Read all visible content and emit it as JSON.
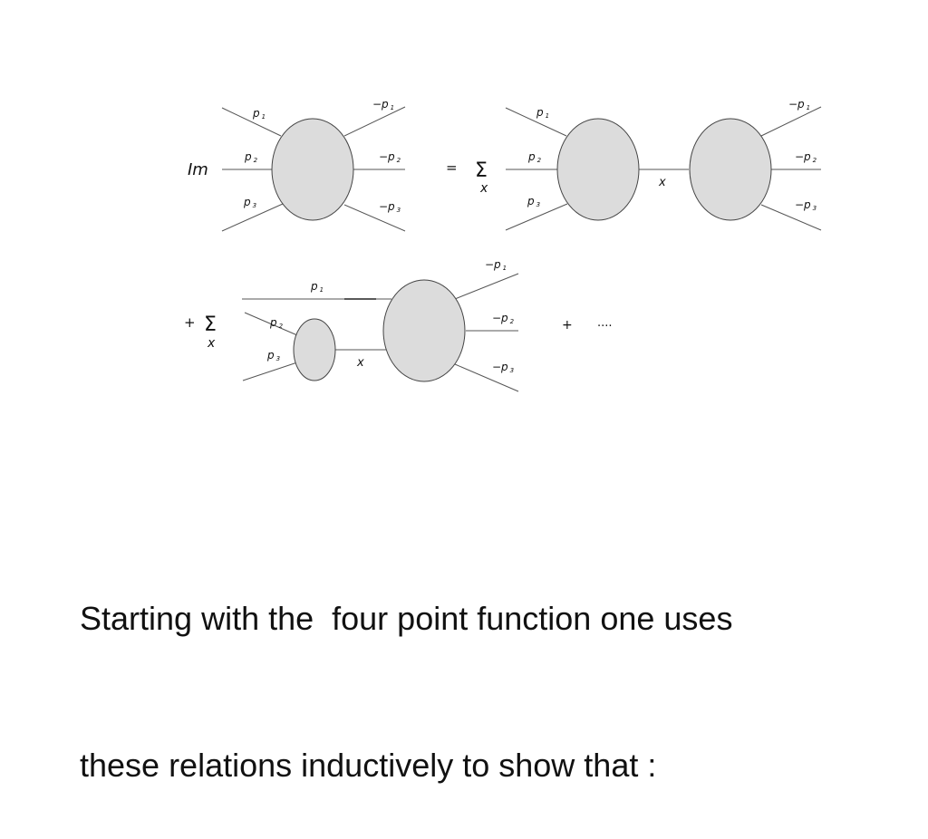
{
  "diagram": {
    "im_label": "Im",
    "equals": "=",
    "plus": "+",
    "sigma": "Σ",
    "sum_index": "x",
    "intermediate_label": "x",
    "ellipsis": "....",
    "momenta": {
      "p": "p",
      "neg_p": "−p",
      "sub1": "1",
      "sub2": "2",
      "sub3": "3"
    }
  },
  "text": {
    "line1": "Starting with the  four point function one uses",
    "line2": "these relations inductively to show that :"
  }
}
